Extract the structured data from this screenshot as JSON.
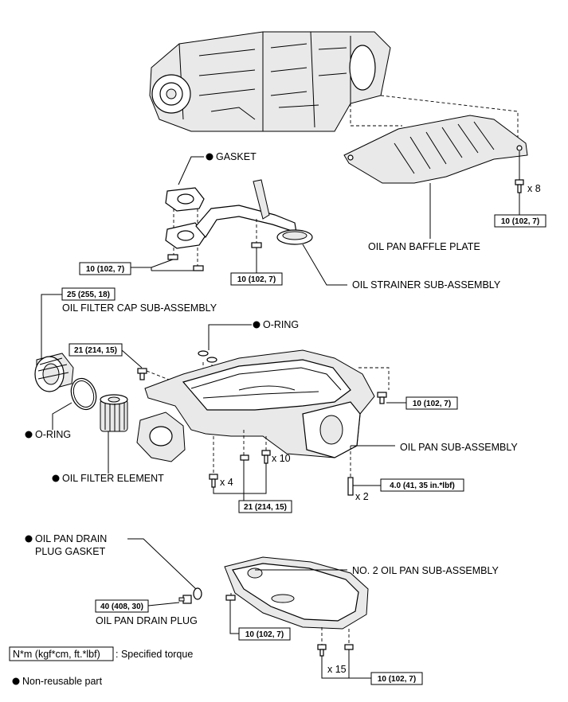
{
  "labels": {
    "gasket": "GASKET",
    "oil_pan_baffle_plate": "OIL PAN BAFFLE PLATE",
    "oil_strainer": "OIL STRAINER SUB-ASSEMBLY",
    "oil_filter_cap": "OIL FILTER CAP SUB-ASSEMBLY",
    "o_ring_top": "O-RING",
    "o_ring_left": "O-RING",
    "oil_filter_element": "OIL FILTER ELEMENT",
    "oil_pan_sub": "OIL PAN SUB-ASSEMBLY",
    "drain_plug_gasket_line1": "OIL PAN DRAIN",
    "drain_plug_gasket_line2": "PLUG GASKET",
    "no2_oil_pan": "NO. 2 OIL PAN SUB-ASSEMBLY",
    "drain_plug": "OIL PAN DRAIN PLUG"
  },
  "torques": {
    "baffle_bolts": "10 (102, 7)",
    "strainer_left": "10 (102, 7)",
    "strainer_mid": "10 (102, 7)",
    "filter_cap": "25 (255, 18)",
    "pan_stud_left": "21 (214, 15)",
    "pan_right_bolt": "10 (102, 7)",
    "pan_stud_bolt": "4.0 (41, 35 in.*lbf)",
    "pan_bottom_bolts": "21 (214, 15)",
    "drain_plug": "40 (408, 30)",
    "no2_pan_left": "10 (102, 7)",
    "no2_pan_bottom": "10 (102, 7)"
  },
  "counts": {
    "baffle": "x 8",
    "pan_bolts_4": "x 4",
    "pan_bolts_10": "x 10",
    "pan_studs_2": "x 2",
    "no2_pan_bolts": "x 15"
  },
  "legend": {
    "torque_unit": "N*m (kgf*cm, ft.*lbf)",
    "torque_desc": ": Specified torque",
    "non_reusable": "Non-reusable part"
  },
  "colors": {
    "line": "#000000",
    "part_fill": "#e9e9e9",
    "background": "#ffffff"
  }
}
